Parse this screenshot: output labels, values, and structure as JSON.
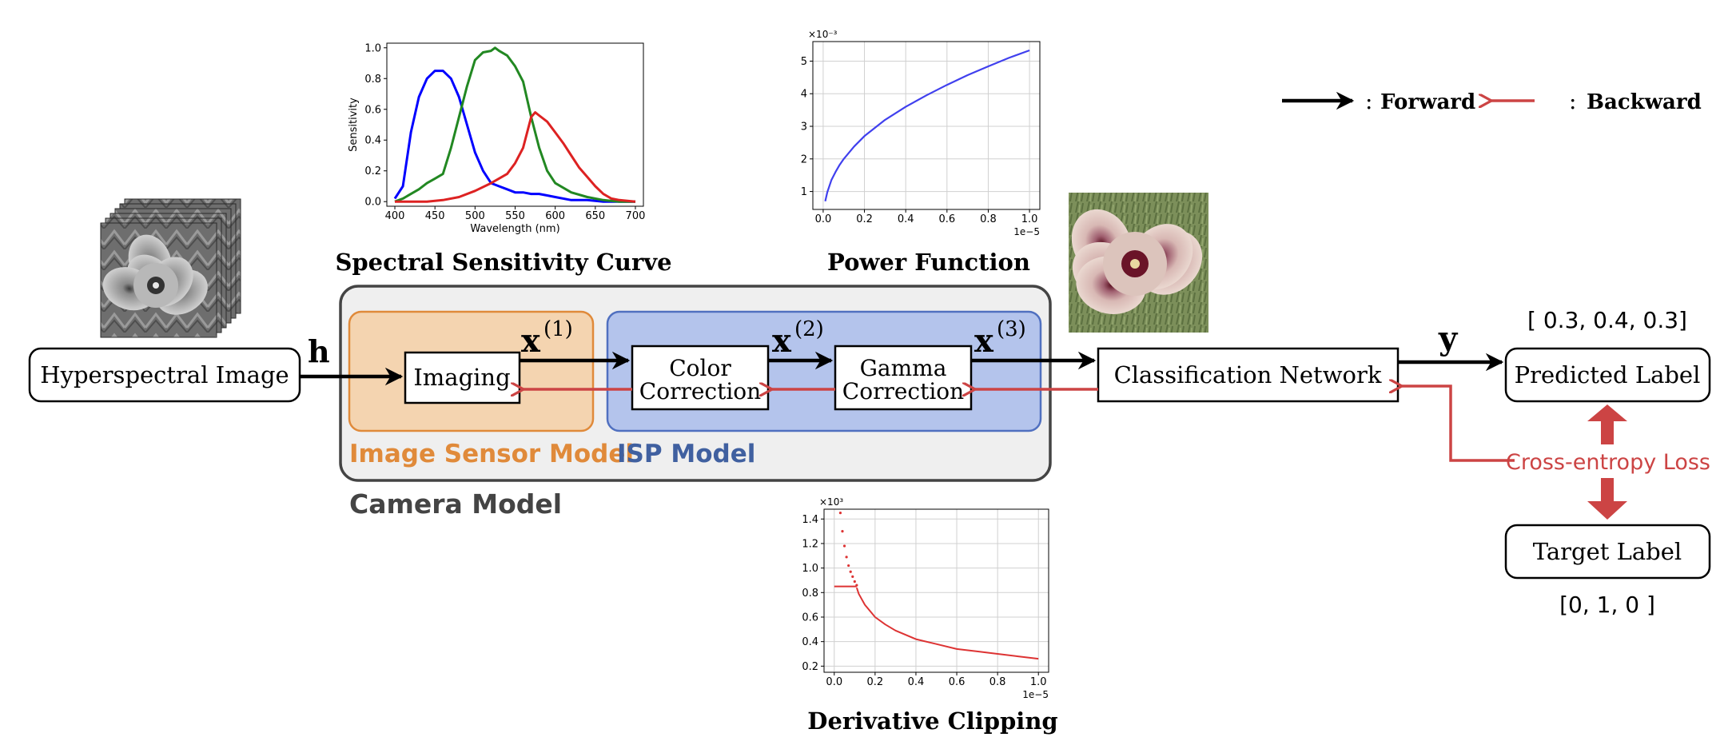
{
  "nodes": {
    "hyperspectral": "Hyperspectral Image",
    "imaging": "Imaging",
    "color_correction": [
      "Color",
      "Correction"
    ],
    "gamma_correction": [
      "Gamma",
      "Correction"
    ],
    "classification": "Classification Network",
    "predicted": "Predicted Label",
    "target": "Target Label"
  },
  "groups": {
    "image_sensor": "Image Sensor Model",
    "isp": "ISP Model",
    "camera": "Camera Model"
  },
  "variables": {
    "h": "h",
    "x1": "x",
    "x1_sup": "(1)",
    "x2": "x",
    "x2_sup": "(2)",
    "x3": "x",
    "x3_sup": "(3)",
    "y": "y"
  },
  "labels": {
    "predicted_values": "[ 0.3, 0.4,  0.3]",
    "target_values": "[0, 1, 0 ]",
    "loss": "Cross-entropy Loss"
  },
  "legend": {
    "forward": "Forward",
    "backward": "Backward",
    "separator": ":"
  },
  "captions": {
    "spectral": "Spectral Sensitivity Curve",
    "power": "Power Function",
    "derivative": "Derivative Clipping"
  },
  "colors": {
    "forward": "#000000",
    "backward": "#cc4444",
    "sensor_fill": "#f4d4b0",
    "sensor_border": "#e08a3a",
    "isp_fill": "#b4c4ec",
    "isp_border": "#5070c0",
    "camera_fill": "#efefef",
    "camera_border": "#444444",
    "sensor_label": "#e08a3a",
    "isp_label": "#4060a0",
    "loss_label": "#cc4444",
    "blue_curve": "#0000ff",
    "green_curve": "#228822",
    "red_curve": "#dd2222",
    "power_curve": "#4040ee",
    "clip_curve": "#dd3333"
  },
  "chart_data": [
    {
      "type": "line",
      "xlabel": "Wavelength (nm)",
      "ylabel": "Sensitivity",
      "xlim": [
        390,
        710
      ],
      "ylim": [
        -0.03,
        1.03
      ],
      "xticks": [
        400,
        450,
        500,
        550,
        600,
        650,
        700
      ],
      "yticks": [
        0.0,
        0.2,
        0.4,
        0.6,
        0.8,
        1.0
      ],
      "xtick_labels": [
        "400",
        "450",
        "500",
        "550",
        "600",
        "650",
        "700"
      ],
      "ytick_labels": [
        "0.0",
        "0.2",
        "0.4",
        "0.6",
        "0.8",
        "1.0"
      ],
      "grid": false,
      "series": [
        {
          "color": "blue",
          "x": [
            400,
            410,
            420,
            430,
            440,
            450,
            460,
            470,
            480,
            490,
            500,
            510,
            520,
            530,
            540,
            550,
            560,
            570,
            580,
            590,
            600,
            620,
            640,
            660,
            680,
            700
          ],
          "y": [
            0.02,
            0.1,
            0.45,
            0.68,
            0.8,
            0.85,
            0.85,
            0.8,
            0.68,
            0.5,
            0.32,
            0.2,
            0.12,
            0.1,
            0.08,
            0.06,
            0.06,
            0.05,
            0.05,
            0.04,
            0.03,
            0.01,
            0.01,
            0.0,
            0.0,
            0.0
          ]
        },
        {
          "color": "green",
          "x": [
            400,
            410,
            420,
            430,
            440,
            450,
            460,
            470,
            480,
            490,
            500,
            510,
            520,
            525,
            530,
            540,
            550,
            560,
            570,
            580,
            590,
            600,
            620,
            640,
            660,
            680,
            700
          ],
          "y": [
            0.0,
            0.02,
            0.05,
            0.08,
            0.12,
            0.15,
            0.18,
            0.35,
            0.55,
            0.75,
            0.92,
            0.97,
            0.98,
            1.0,
            0.98,
            0.95,
            0.88,
            0.78,
            0.55,
            0.35,
            0.2,
            0.12,
            0.06,
            0.03,
            0.01,
            0.0,
            0.0
          ]
        },
        {
          "color": "red",
          "x": [
            400,
            420,
            440,
            460,
            480,
            500,
            520,
            540,
            550,
            560,
            570,
            575,
            580,
            590,
            600,
            610,
            620,
            630,
            640,
            650,
            660,
            670,
            680,
            700
          ],
          "y": [
            0.0,
            0.0,
            0.0,
            0.01,
            0.03,
            0.07,
            0.12,
            0.18,
            0.25,
            0.35,
            0.55,
            0.58,
            0.56,
            0.52,
            0.45,
            0.38,
            0.3,
            0.22,
            0.16,
            0.1,
            0.05,
            0.02,
            0.01,
            0.0
          ]
        }
      ]
    },
    {
      "type": "line",
      "xlabel": "",
      "ylabel": "",
      "x_multiplier": "1e−5",
      "y_multiplier": "×10⁻³",
      "xlim": [
        -0.05,
        1.05
      ],
      "ylim": [
        0.45,
        5.6
      ],
      "xticks": [
        0.0,
        0.2,
        0.4,
        0.6,
        0.8,
        1.0
      ],
      "yticks": [
        1,
        2,
        3,
        4,
        5
      ],
      "xtick_labels": [
        "0.0",
        "0.2",
        "0.4",
        "0.6",
        "0.8",
        "1.0"
      ],
      "ytick_labels": [
        "1",
        "2",
        "3",
        "4",
        "5"
      ],
      "grid": true,
      "series": [
        {
          "color": "blue",
          "x": [
            0.01,
            0.02,
            0.04,
            0.06,
            0.08,
            0.1,
            0.15,
            0.2,
            0.3,
            0.4,
            0.5,
            0.6,
            0.7,
            0.8,
            0.9,
            1.0
          ],
          "y": [
            0.7,
            0.98,
            1.35,
            1.6,
            1.82,
            2.0,
            2.38,
            2.7,
            3.2,
            3.6,
            3.95,
            4.27,
            4.57,
            4.84,
            5.1,
            5.33
          ]
        }
      ]
    },
    {
      "type": "line",
      "xlabel": "",
      "ylabel": "",
      "x_multiplier": "1e−5",
      "y_multiplier": "×10³",
      "xlim": [
        -0.05,
        1.05
      ],
      "ylim": [
        0.15,
        1.48
      ],
      "xticks": [
        0.0,
        0.2,
        0.4,
        0.6,
        0.8,
        1.0
      ],
      "yticks": [
        0.2,
        0.4,
        0.6,
        0.8,
        1.0,
        1.2,
        1.4
      ],
      "xtick_labels": [
        "0.0",
        "0.2",
        "0.4",
        "0.6",
        "0.8",
        "1.0"
      ],
      "ytick_labels": [
        "0.2",
        "0.4",
        "0.6",
        "0.8",
        "1.0",
        "1.2",
        "1.4"
      ],
      "grid": true,
      "series": [
        {
          "color": "red",
          "style": "dotted",
          "x": [
            0.03,
            0.04,
            0.05,
            0.06,
            0.07,
            0.08,
            0.09,
            0.1,
            0.11
          ],
          "y": [
            1.45,
            1.3,
            1.18,
            1.09,
            1.02,
            0.97,
            0.93,
            0.89,
            0.86
          ]
        },
        {
          "color": "red",
          "style": "solid",
          "x": [
            0.0,
            0.11
          ],
          "y": [
            0.85,
            0.85
          ]
        },
        {
          "color": "red",
          "style": "solid",
          "x": [
            0.11,
            0.12,
            0.15,
            0.2,
            0.25,
            0.3,
            0.4,
            0.5,
            0.6,
            0.7,
            0.8,
            0.9,
            1.0
          ],
          "y": [
            0.84,
            0.79,
            0.7,
            0.6,
            0.54,
            0.49,
            0.42,
            0.38,
            0.34,
            0.32,
            0.3,
            0.28,
            0.26
          ]
        }
      ]
    }
  ]
}
